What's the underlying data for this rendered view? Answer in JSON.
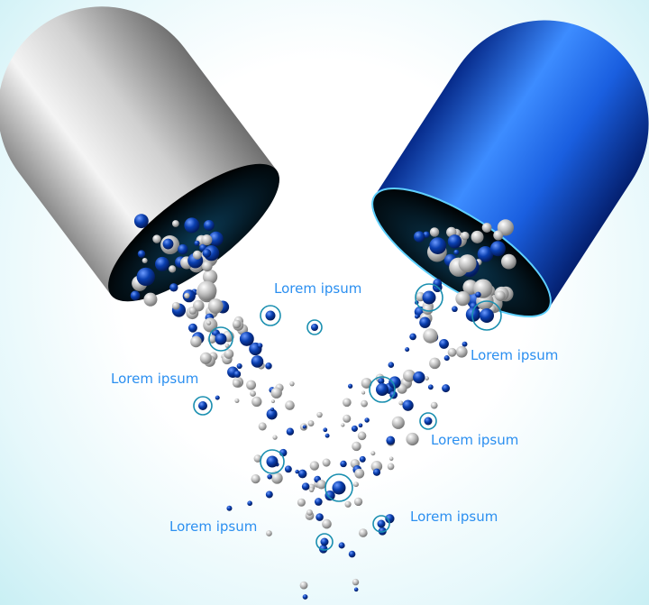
{
  "labels": [
    "Lorem ipsum",
    "Lorem ipsum",
    "Lorem ipsum",
    "Lorem ipsum",
    "Lorem ipsum",
    "Lorem ipsum"
  ],
  "colors": {
    "label": "#2b8ff0",
    "ring": "#1a8fb0",
    "blue_ball": "#0a3fb0",
    "gray_ball": "#b8b8b8",
    "capsule_blue": "#1560d8",
    "capsule_gray": "#c8c8c8"
  },
  "icons": [
    "capsule-gray-half",
    "capsule-blue-half",
    "ball",
    "highlight-ring"
  ]
}
